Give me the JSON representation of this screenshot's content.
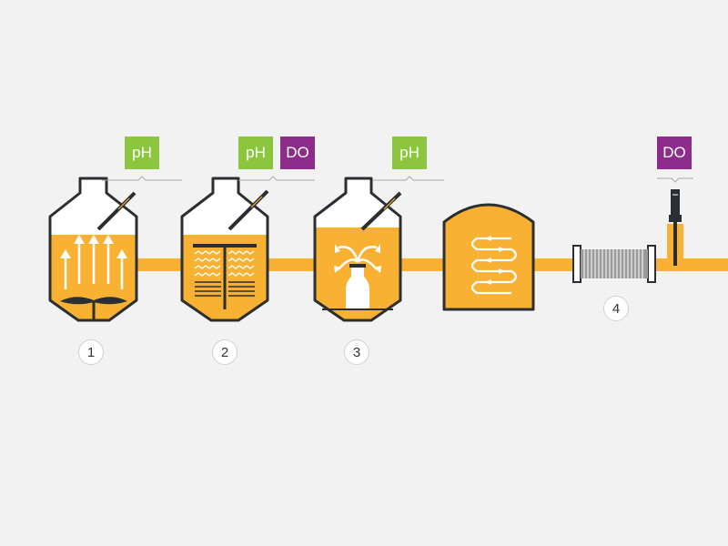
{
  "colors": {
    "background": "#f2f2f2",
    "beer": "#f8b133",
    "outline": "#2b2f33",
    "ph": "#8cc63f",
    "do": "#8e2c8c",
    "white": "#ffffff"
  },
  "sensors": {
    "ph_label": "pH",
    "do_label": "DO"
  },
  "stages": [
    {
      "number": "1",
      "icon": "upward-arrows-agitator-icon",
      "sensors": [
        "pH"
      ]
    },
    {
      "number": "2",
      "icon": "filter-plates-icon",
      "sensors": [
        "pH",
        "DO"
      ]
    },
    {
      "number": "3",
      "icon": "bottle-fountain-icon",
      "sensors": [
        "pH"
      ]
    },
    {
      "number": "",
      "icon": "circulating-flow-icon",
      "sensors": []
    },
    {
      "number": "4",
      "icon": "heat-exchanger-coil-icon",
      "sensors": [
        "DO"
      ]
    }
  ]
}
